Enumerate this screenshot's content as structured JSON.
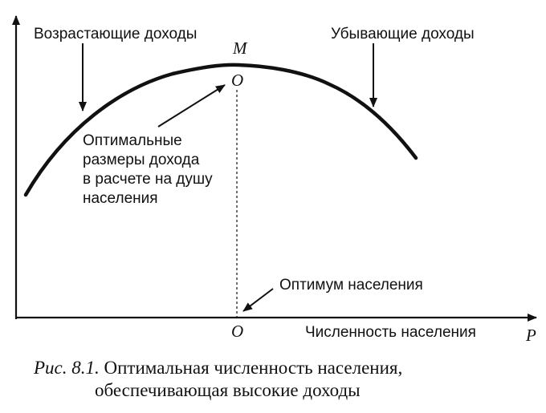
{
  "labels": {
    "increasing": "Возрастающие доходы",
    "decreasing": "Убывающие доходы",
    "m_point": "M",
    "o_top": "O",
    "optimal_line1": "Оптимальные",
    "optimal_line2": "размеры дохода",
    "optimal_line3": "в расчете на душу",
    "optimal_line4": "населения",
    "optimum_population": "Оптимум населения",
    "o_bottom": "O",
    "x_axis_label": "Численность населения",
    "p_axis": "P"
  },
  "caption": {
    "prefix": "Рис. 8.1.",
    "line1": " Оптимальная численность населения,",
    "line2": "обеспечивающая высокие доходы"
  }
}
